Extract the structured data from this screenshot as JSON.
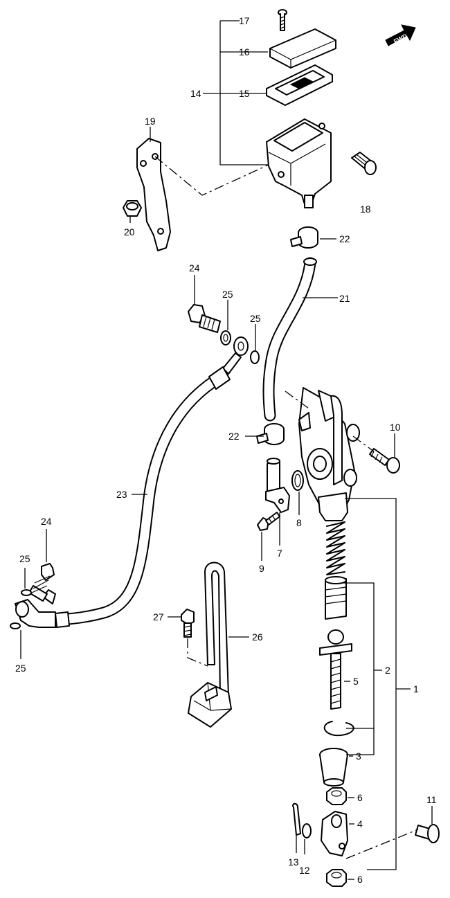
{
  "direction_badge": "FWD",
  "callouts": {
    "n1": "1",
    "n2": "2",
    "n3": "3",
    "n4": "4",
    "n5": "5",
    "n6a": "6",
    "n6b": "6",
    "n7": "7",
    "n8": "8",
    "n9": "9",
    "n10": "10",
    "n11": "11",
    "n12": "12",
    "n13": "13",
    "n14": "14",
    "n15": "15",
    "n16": "16",
    "n17": "17",
    "n18": "18",
    "n19": "19",
    "n20": "20",
    "n21": "21",
    "n22a": "22",
    "n22b": "22",
    "n23": "23",
    "n24a": "24",
    "n24b": "24",
    "n25a": "25",
    "n25b": "25",
    "n25c": "25",
    "n25d": "25",
    "n26": "26",
    "n27": "27"
  }
}
